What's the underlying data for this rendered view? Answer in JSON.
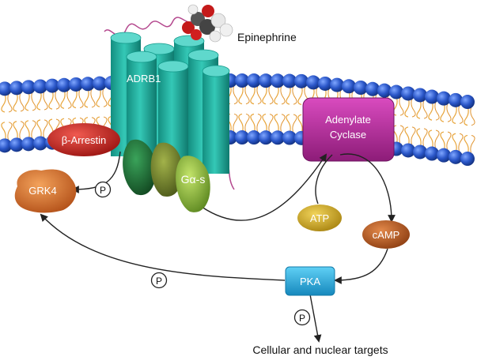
{
  "labels": {
    "epinephrine": "Epinephrine",
    "receptor": "ADRB1",
    "arrestin": "β-Arrestin",
    "grk4": "GRK4",
    "galpha": "Gα-s",
    "adenylate_line1": "Adenylate",
    "adenylate_line2": "Cyclase",
    "atp": "ATP",
    "camp": "cAMP",
    "pka": "PKA",
    "targets": "Cellular and nuclear targets"
  },
  "phospho": {
    "grk4": "P",
    "pka_left": "P",
    "pka_down": "P"
  },
  "colors": {
    "membrane_bead": "#2a56c8",
    "membrane_bead_dark": "#12307e",
    "lipid_tail": "#e8a53a",
    "receptor": "#27b5a5",
    "receptor_top": "#5fd8cc",
    "arrestin": "#c9221f",
    "grk4": "#d9701e",
    "galpha_dark": "#1f6b33",
    "galpha_mid": "#6b7d2a",
    "galpha_light": "#8fbd3b",
    "adenylate": "#b4259a",
    "atp": "#c9a51c",
    "camp": "#b4561c",
    "pka": "#1fa8d8"
  }
}
